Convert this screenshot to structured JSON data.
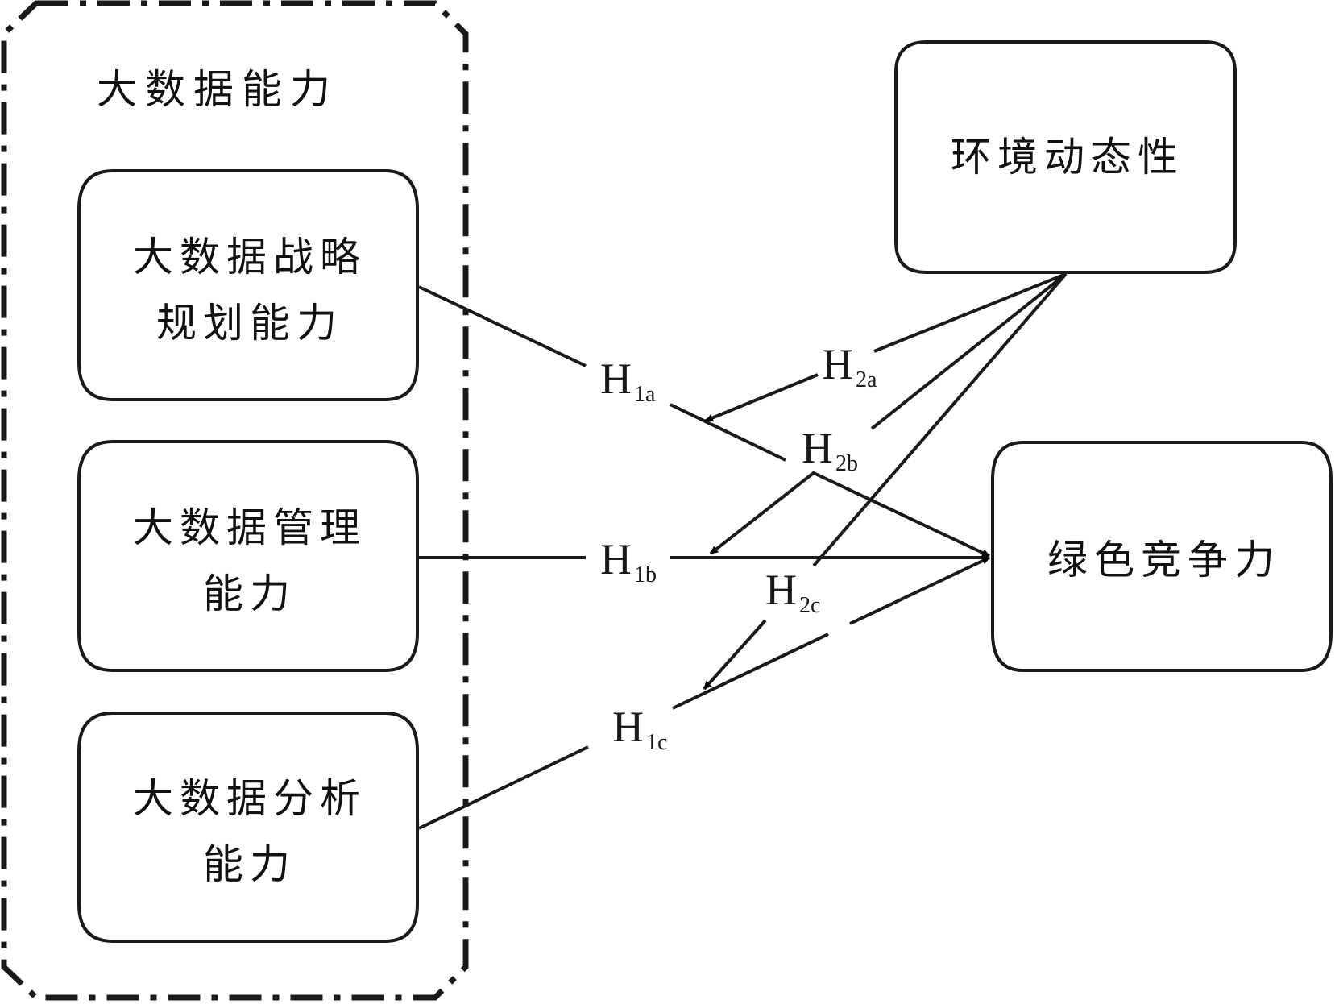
{
  "colors": {
    "stroke": "#1a1a1a",
    "background": "#ffffff"
  },
  "group": {
    "title": "大数据能力"
  },
  "nodes": {
    "strategy": {
      "line1": "大数据战略",
      "line2": "规划能力"
    },
    "management": {
      "line1": "大数据管理",
      "line2": "能力"
    },
    "analysis": {
      "line1": "大数据分析",
      "line2": "能力"
    },
    "environment": {
      "label": "环境动态性"
    },
    "green": {
      "label": "绿色竞争力"
    }
  },
  "hypotheses": {
    "h1a": {
      "main": "H",
      "sub": "1a"
    },
    "h1b": {
      "main": "H",
      "sub": "1b"
    },
    "h1c": {
      "main": "H",
      "sub": "1c"
    },
    "h2a": {
      "main": "H",
      "sub": "2a"
    },
    "h2b": {
      "main": "H",
      "sub": "2b"
    },
    "h2c": {
      "main": "H",
      "sub": "2c"
    }
  },
  "edges": [
    {
      "from": "大数据战略规划能力",
      "to": "绿色竞争力",
      "label": "H1a",
      "type": "direct"
    },
    {
      "from": "大数据管理能力",
      "to": "绿色竞争力",
      "label": "H1b",
      "type": "direct"
    },
    {
      "from": "大数据分析能力",
      "to": "绿色竞争力",
      "label": "H1c",
      "type": "direct"
    },
    {
      "from": "环境动态性",
      "to": "H1a",
      "label": "H2a",
      "type": "moderation"
    },
    {
      "from": "环境动态性",
      "to": "H1b",
      "label": "H2b",
      "type": "moderation"
    },
    {
      "from": "环境动态性",
      "to": "H1c",
      "label": "H2c",
      "type": "moderation"
    }
  ]
}
